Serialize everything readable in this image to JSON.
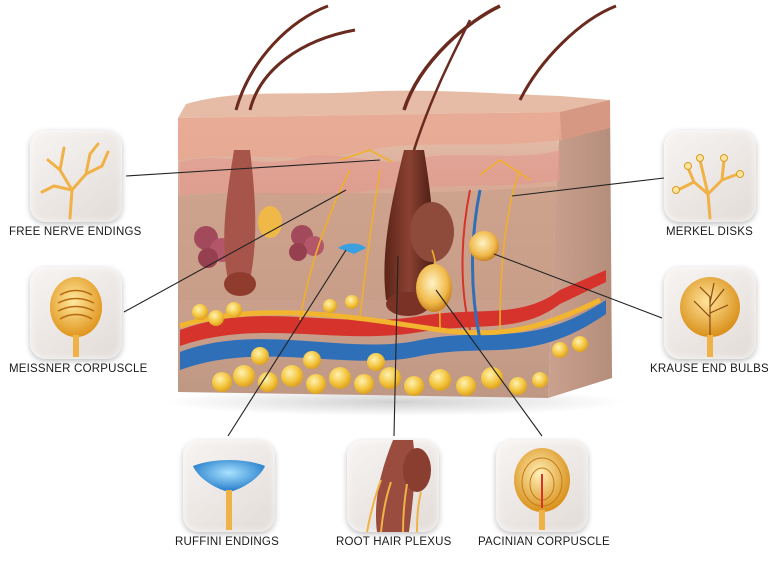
{
  "labels": {
    "free_nerve_endings": "FREE NERVE ENDINGS",
    "meissner_corpuscle": "MEISSNER CORPUSCLE",
    "merkel_disks": "MERKEL DISKS",
    "krause_end_bulbs": "KRAUSE END BULBS",
    "ruffini_endings": "RUFFINI ENDINGS",
    "root_hair_plexus": "ROOT HAIR PLEXUS",
    "pacinian_corpuscle": "PACINIAN CORPUSCLE"
  },
  "colors": {
    "skin_base": "#c9a48f",
    "epidermis": "#e8b9a2",
    "nerve": "#f2b530",
    "artery": "#d5332b",
    "vein": "#2f6fb8",
    "fat": "#f1c23c",
    "hair": "#6a2a1e"
  }
}
